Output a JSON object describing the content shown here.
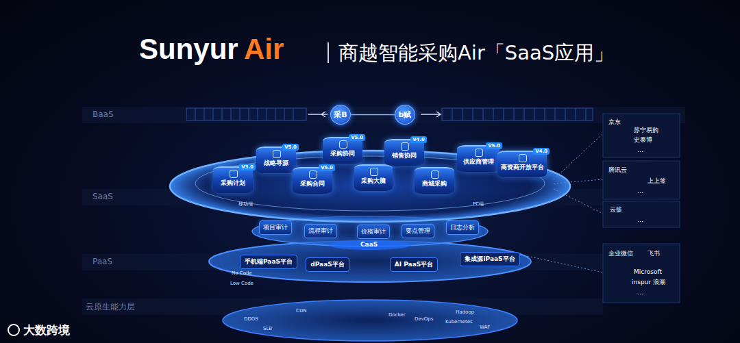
{
  "diagram": {
    "title": "商越智能采购Air「SaaS应用」",
    "nodes": [
      {
        "text": [
          "采B"
        ]
      },
      {
        "text": [
          "b赋"
        ]
      },
      {
        "text": [
          "采购计划",
          "V3.0"
        ]
      },
      {
        "text": [
          "战略寻源",
          "V5.0"
        ]
      },
      {
        "text": [
          "采购合同",
          "V5.0"
        ]
      },
      {
        "text": [
          "采购协同",
          "V5.0"
        ]
      },
      {
        "text": [
          "采购大脑"
        ]
      },
      {
        "text": [
          "销售协同",
          "V4.0"
        ]
      },
      {
        "text": [
          "商城采购"
        ]
      },
      {
        "text": [
          "供应商管理",
          "V5.0"
        ]
      },
      {
        "text": [
          "商资商开放平台",
          "V4.0"
        ]
      },
      {
        "text": [
          "项目审计"
        ]
      },
      {
        "text": [
          "流程审计"
        ]
      },
      {
        "text": [
          "价格审计"
        ]
      },
      {
        "text": [
          "要点管理"
        ]
      },
      {
        "text": [
          "日志分析"
        ]
      },
      {
        "text": [
          "手机端PaaS平台"
        ]
      },
      {
        "text": [
          "dPaaS平台"
        ]
      },
      {
        "text": [
          "AI PaaS平台"
        ]
      },
      {
        "text": [
          "集成源iPaaS平台"
        ]
      }
    ],
    "edges": [
      {
        "from": 0,
        "to": 1,
        "arrow": "none"
      }
    ],
    "labels": [
      "Sunyur",
      "Air",
      "BaaS",
      "SaaS",
      "PaaS",
      "云原生能力层",
      "移动端",
      "PC端",
      "CaaS",
      "No Code",
      "Low Code",
      "DDOS",
      "SLB",
      "CDN",
      "Docker",
      "DevOps",
      "Kubernetes",
      "WAF",
      "Hadoop",
      "京东",
      "苏宁易购",
      "史泰博",
      "…",
      "腾讯云",
      "上上签",
      "…",
      "云徙",
      "…",
      "企业微信",
      "飞书",
      "Microsoft",
      "inspur 浪潮",
      "…",
      "大数跨境"
    ]
  }
}
